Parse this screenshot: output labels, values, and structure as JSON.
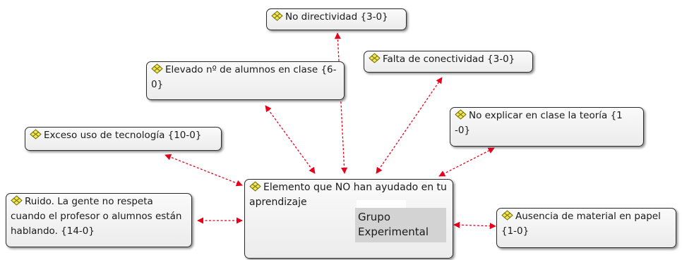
{
  "colors": {
    "link": "#e8001c",
    "icon_fill": "#f3e55a",
    "icon_stroke": "#6b6b00"
  },
  "central": {
    "label": "Elemento que NO han ayudado en tu aprendizaje"
  },
  "overlay": {
    "label": "Grupo Experimental"
  },
  "codes": {
    "no_directividad": "No directividad {3-0}",
    "elevado_alumnos": "Elevado nº de alumnos en clase {6-0}",
    "falta_conectividad": "Falta de conectividad {3-0}",
    "no_explicar": "No explicar en clase la teoría {1 -0}",
    "exceso_tecnologia": "Exceso uso de tecnología {10-0}",
    "ruido": "Ruido. La gente no respeta cuando el profesor o alumnos están hablando. {14-0}",
    "ausencia_material": "Ausencia de material en papel {1-0}"
  }
}
